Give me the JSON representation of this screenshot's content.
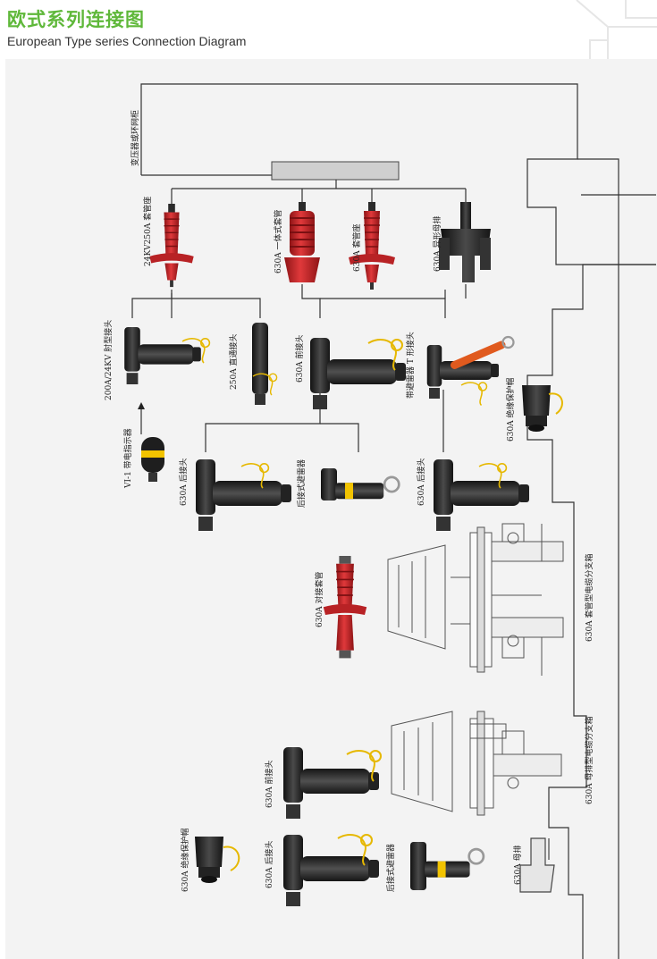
{
  "header": {
    "title_cn": "欧式系列连接图",
    "title_en": "European Type series Connection Diagram"
  },
  "colors": {
    "brand_green": "#5fb83a",
    "insulator_red": "#c8272a",
    "connector_black": "#2a2a2a",
    "yellow_band": "#f2c300",
    "panel_bg": "#f3f3f3"
  },
  "labels": {
    "transformer": "变压器或环网柜",
    "bushing_250": "24KV250A 套管座",
    "integral_bushing": "630A 一体式套管",
    "bushing_630": "630A 套管座",
    "busbar_top": "630A 异形母排",
    "elbow_200": "200A/24KV 肘型接头",
    "straight_250": "250A 直通接头",
    "front_630_top": "630A 前接头",
    "arrester_t": "带避雷器 T 形接头",
    "insul_cap_top": "630A 绝缘保护帽",
    "indicator": "VI-1 带电指示器",
    "rear_630_left": "630A 后接头",
    "rear_arrester_mid": "后接式避雷器",
    "rear_630_right": "630A 后接头",
    "coupling_bushing": "630A 对接套管",
    "branch_box_bushing": "630A 套管型电缆分支箱",
    "branch_box_busbar": "630A 母排型电缆分支箱",
    "front_630_bottom": "630A 前接头",
    "insul_cap_bottom": "630A 绝缘保护帽",
    "rear_630_bottom": "630A 后接头",
    "rear_arrester_bottom": "后接式避雷器",
    "busbar_bottom": "630A 母排"
  }
}
